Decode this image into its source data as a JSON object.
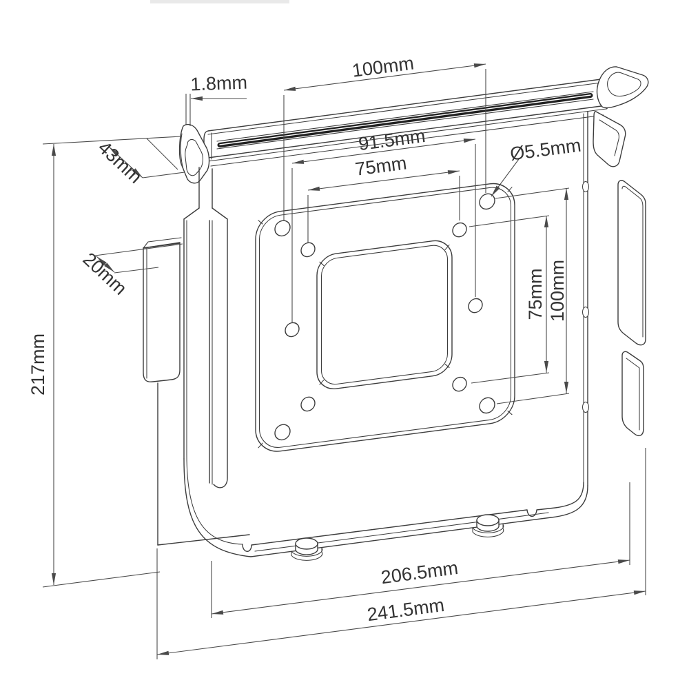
{
  "page": {
    "background": "#ffffff",
    "line_color": "#3c3c3c",
    "units": "mm"
  },
  "drawing": {
    "type": "engineering-dimension-drawing",
    "subject": "VESA mounting bracket (Mac mini mount) isometric line drawing",
    "labels": {
      "sheet_thickness": "1.8mm",
      "vesa_100_width": "100mm",
      "rail_depth": "43mm",
      "mid_hole_spacing": "91.5mm",
      "vesa_75_width": "75mm",
      "hole_diameter": "Ø5.5mm",
      "side_block_depth": "20mm",
      "overall_height": "217mm",
      "vesa_75_height": "75mm",
      "vesa_100_height": "100mm",
      "inner_width": "206.5mm",
      "overall_width": "241.5mm"
    }
  }
}
